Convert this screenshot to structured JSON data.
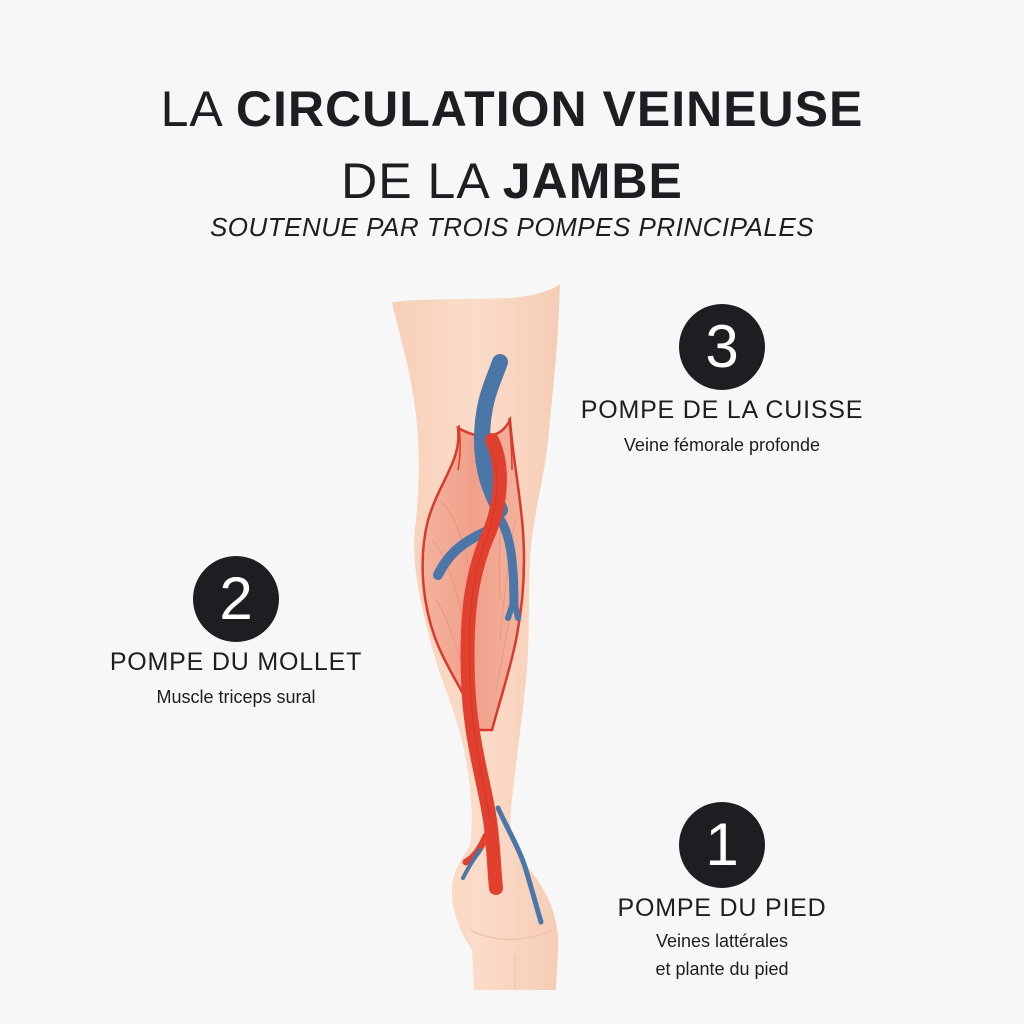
{
  "header": {
    "title_line1_light": "LA ",
    "title_line1_bold": "CIRCULATION VEINEUSE",
    "title_line2_light": "DE LA ",
    "title_line2_bold": "JAMBE",
    "subtitle": "SOUTENUE PAR TROIS POMPES PRINCIPALES"
  },
  "pumps": [
    {
      "number": "1",
      "title": "POMPE DU PIED",
      "description": "Veines lattérales\net plante du pied"
    },
    {
      "number": "2",
      "title": "POMPE DU MOLLET",
      "description": "Muscle triceps sural"
    },
    {
      "number": "3",
      "title": "POMPE DE LA CUISSE",
      "description": "Veine fémorale profonde"
    }
  ],
  "illustration": {
    "subject": "leg-anatomy-illustration",
    "colors": {
      "background": "#f7f7f8",
      "skin": "#f9d7c3",
      "skin_shadow": "#f2c7b0",
      "muscle": "#f1a48e",
      "muscle_outline": "#d93a2b",
      "artery": "#e2402f",
      "vein": "#4a76a8",
      "badge": "#1d1d22",
      "text": "#1d1d22"
    }
  }
}
